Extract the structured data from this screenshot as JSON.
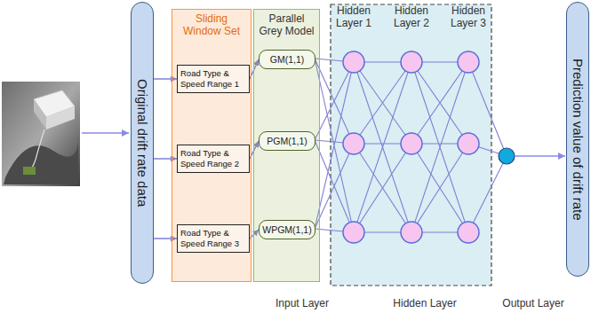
{
  "diagram": {
    "nodes": [
      {
        "text": [
          "Original drift rate data"
        ]
      },
      {
        "text": [
          "Sliding Window Set"
        ]
      },
      {
        "text": [
          "Road Type & Speed Range 1"
        ],
        "in": 1
      },
      {
        "text": [
          "Road Type & Speed Range 2"
        ],
        "in": 1
      },
      {
        "text": [
          "Road Type & Speed Range 3"
        ],
        "in": 1
      },
      {
        "text": [
          "Parallel Grey Model"
        ]
      },
      {
        "text": [
          "GM(1,1)"
        ],
        "in": 5
      },
      {
        "text": [
          "PGM(1,1)"
        ],
        "in": 5
      },
      {
        "text": [
          "WPGM(1,1)"
        ],
        "in": 5
      },
      {
        "text": [
          "Prediction value of drift rate"
        ]
      }
    ],
    "edges": [
      {
        "from": 0,
        "to": 2,
        "arrow": "to"
      },
      {
        "from": 0,
        "to": 3,
        "arrow": "to"
      },
      {
        "from": 0,
        "to": 4,
        "arrow": "to"
      },
      {
        "from": 2,
        "to": 6,
        "arrow": "to"
      },
      {
        "from": 3,
        "to": 7,
        "arrow": "to"
      },
      {
        "from": 4,
        "to": 8,
        "arrow": "to"
      }
    ],
    "labels": [
      "Hidden Layer 1",
      "Hidden Layer 2",
      "Hidden Layer 3",
      "Input Layer",
      "Hidden Layer",
      "Output Layer"
    ]
  }
}
